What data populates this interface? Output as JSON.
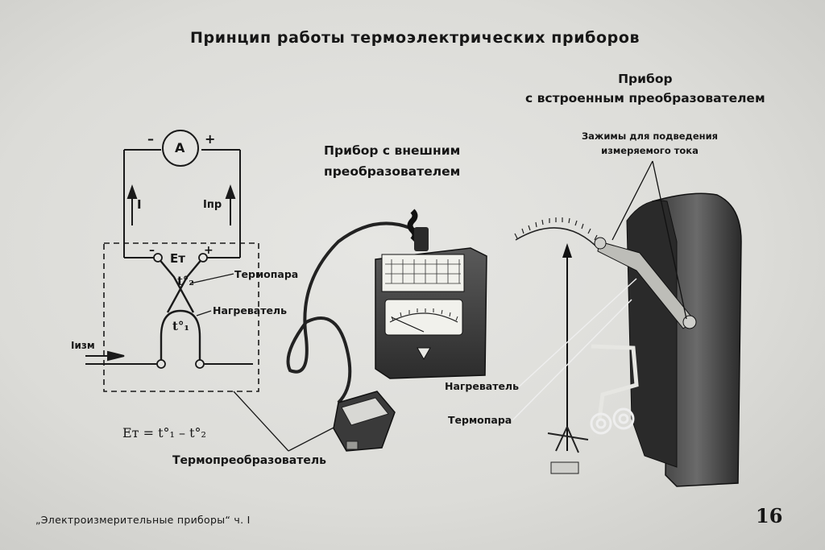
{
  "title": "Принцип работы термоэлектрических приборов",
  "builtin_device": {
    "heading_line1": "Прибор",
    "heading_line2": "с встроенным преобразователем",
    "clamps_line1": "Зажимы для подведения",
    "clamps_line2": "измеряемого тока",
    "heater_label": "Нагреватель",
    "thermocouple_label": "Термопара"
  },
  "external_device": {
    "heading_line1": "Прибор с внешним",
    "heading_line2": "преобразователем"
  },
  "circuit": {
    "ammeter": "A",
    "minus": "–",
    "plus": "+",
    "current_i": "I",
    "current_ipr": "Iпр",
    "emf": "Eт",
    "t2": "t°₂",
    "t1": "t°₁",
    "thermocouple_label": "Термопара",
    "heater_label": "Нагреватель",
    "input_current": "Iизм",
    "formula": "Eт = t°₁ – t°₂",
    "converter_label": "Термопреобразователь"
  },
  "footer": {
    "source": "„Электроизмерительные приборы“ ч. I",
    "page": "16"
  }
}
